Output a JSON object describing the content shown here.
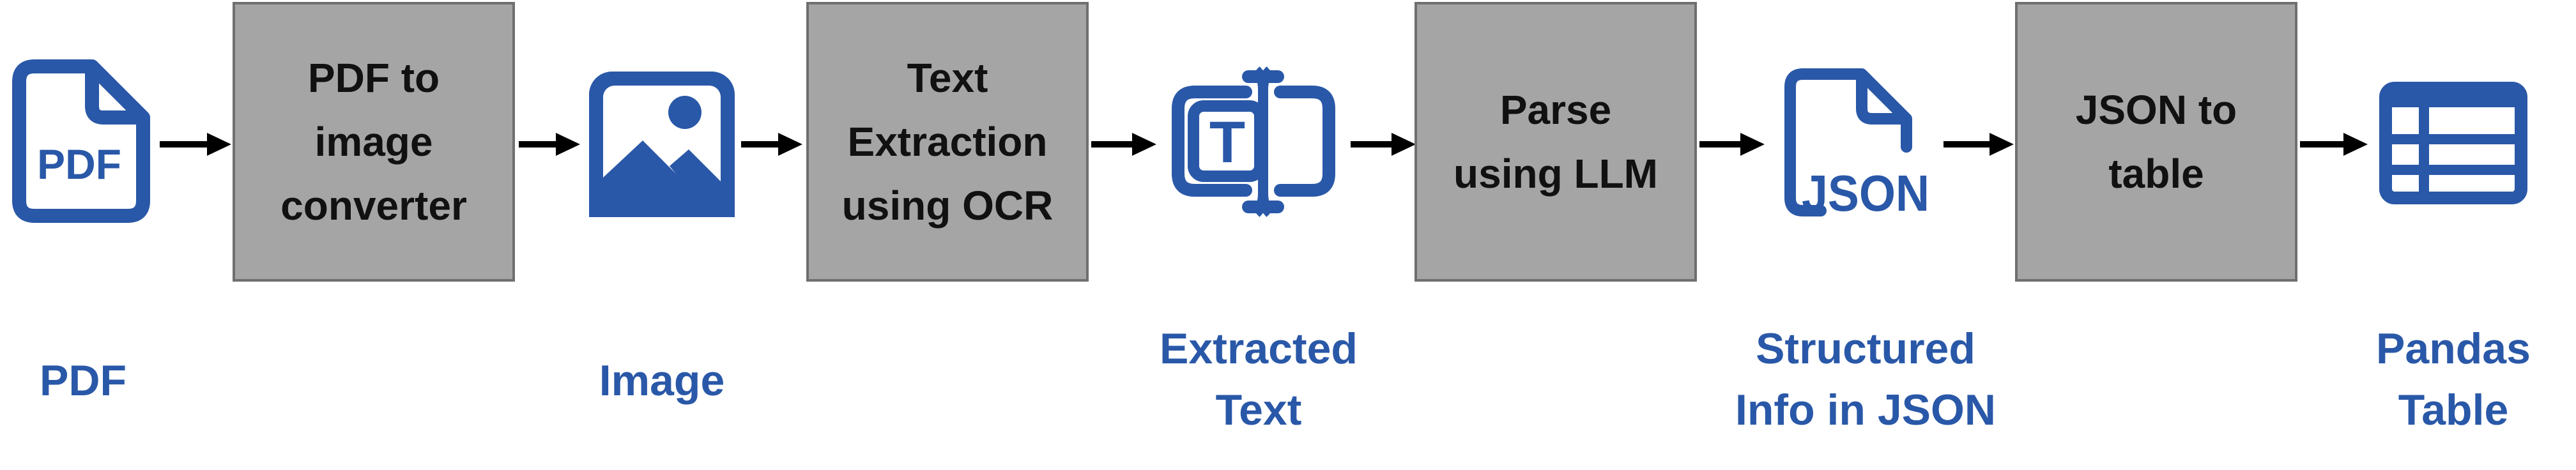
{
  "colors": {
    "accent": "#2a58a8",
    "box_fill": "#a5a5a5",
    "box_border": "#6f6f6f",
    "arrow": "#000000"
  },
  "nodes": [
    {
      "icon": "pdf-file-icon",
      "caption": "PDF"
    },
    {
      "icon": "image-icon",
      "caption": "Image"
    },
    {
      "icon": "text-extract-icon",
      "caption": "Extracted\nText"
    },
    {
      "icon": "json-file-icon",
      "caption": "Structured\nInfo in JSON"
    },
    {
      "icon": "table-icon",
      "caption": "Pandas\nTable"
    }
  ],
  "process_boxes": [
    {
      "label": "PDF to\nimage\nconverter"
    },
    {
      "label": "Text\nExtraction\nusing OCR"
    },
    {
      "label": "Parse\nusing LLM"
    },
    {
      "label": "JSON to\ntable"
    }
  ]
}
